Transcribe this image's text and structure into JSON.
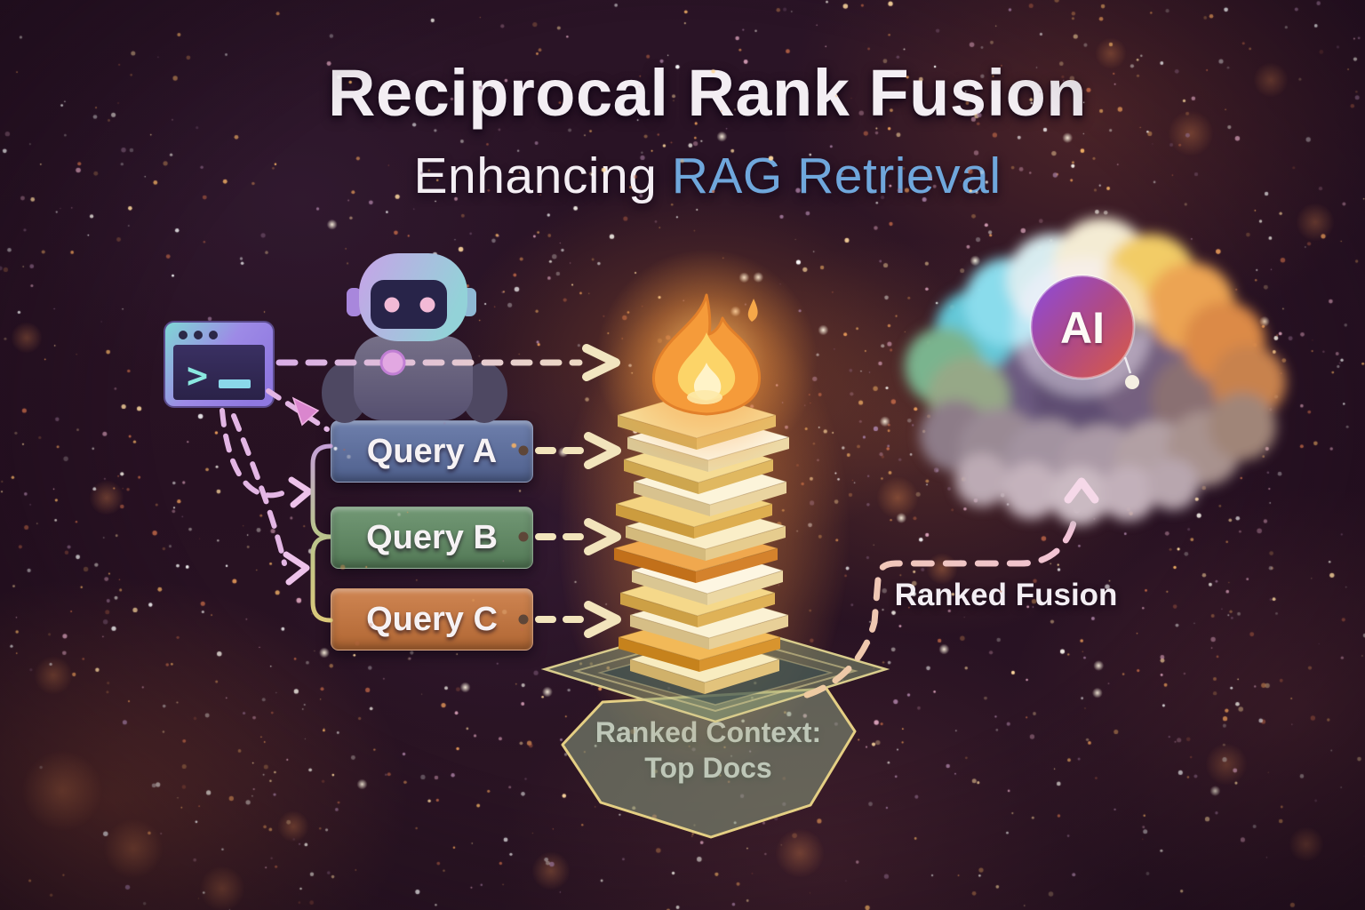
{
  "header": {
    "title": "Reciprocal Rank Fusion",
    "subtitle_prefix": "Enhancing ",
    "subtitle_highlight": "RAG Retrieval"
  },
  "terminal": {
    "prompt": ">"
  },
  "queries": [
    {
      "label": "Query A",
      "color": "#5a6da0"
    },
    {
      "label": "Query B",
      "color": "#5f8a62"
    },
    {
      "label": "Query C",
      "color": "#c8743a"
    }
  ],
  "fusion": {
    "label": "Ranked Fusion"
  },
  "context": {
    "line1": "Ranked Context:",
    "line2": "Top Docs"
  },
  "cloud": {
    "badge": "AI"
  },
  "icons": {
    "terminal": "terminal-window-icon",
    "robot": "robot-icon",
    "flame": "flame-icon",
    "stack": "document-stack-icon",
    "platform": "chip-platform-icon",
    "cloud": "ai-cloud-icon"
  },
  "colors": {
    "title": "#f3eef3",
    "subtitle_highlight": "#6fa7dc",
    "arrow_cream": "#f2e6c0",
    "connector_pink": "#e3b6e4",
    "connector_peach": "#eecaa0",
    "flame_orange": "#f59b3a",
    "badge_purple": "#8a4ae0",
    "badge_red": "#c94456"
  }
}
